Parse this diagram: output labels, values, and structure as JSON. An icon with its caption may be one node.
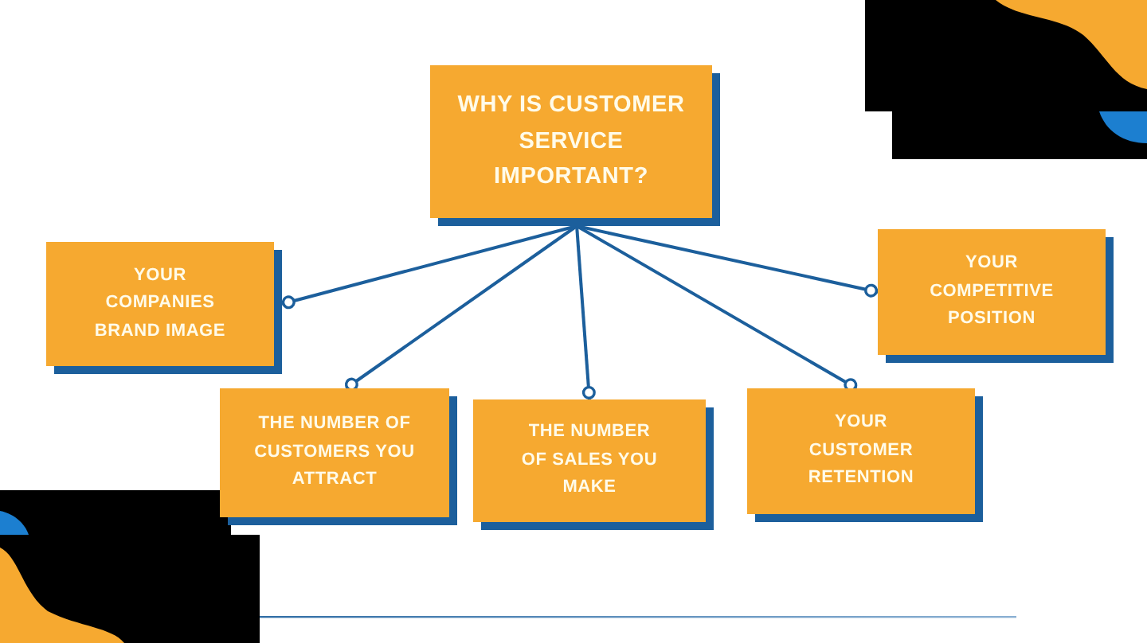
{
  "diagram": {
    "nodes": [
      {
        "text": [
          "WHY IS CUSTOMER SERVICE IMPORTANT?"
        ]
      },
      {
        "text": [
          "YOUR COMPANIES BRAND IMAGE"
        ]
      },
      {
        "text": [
          "YOUR COMPETITIVE POSITION"
        ]
      },
      {
        "text": [
          "THE NUMBER OF CUSTOMERS YOU ATTRACT"
        ]
      },
      {
        "text": [
          "THE NUMBER OF SALES YOU MAKE"
        ]
      },
      {
        "text": [
          "YOUR CUSTOMER RETENTION"
        ]
      }
    ],
    "edges": [
      {
        "from": 0,
        "to": 1,
        "arrow": "other"
      },
      {
        "from": 0,
        "to": 2,
        "arrow": "other"
      },
      {
        "from": 0,
        "to": 3,
        "arrow": "other"
      },
      {
        "from": 0,
        "to": 4,
        "arrow": "other"
      },
      {
        "from": 0,
        "to": 5,
        "arrow": "other"
      }
    ]
  }
}
